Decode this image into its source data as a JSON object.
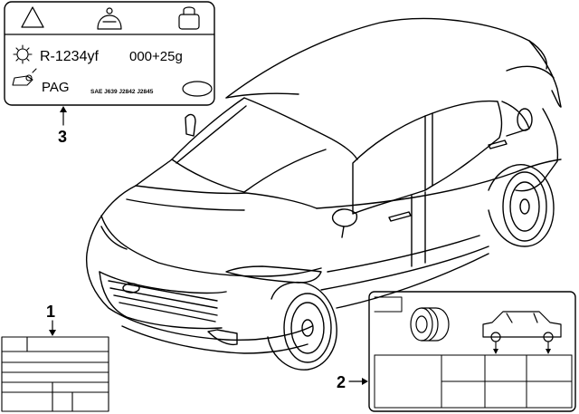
{
  "callouts": [
    {
      "number": "1"
    },
    {
      "number": "2"
    },
    {
      "number": "3"
    }
  ],
  "refrigerant_label": {
    "refrigerant": "R-1234yf",
    "amount": "000+25g",
    "oil": "PAG",
    "standards": "SAE J639 J2842 J2845",
    "icons": [
      "warning-triangle-icon",
      "flame-icon",
      "lock-icon",
      "service-gear-icon",
      "oil-can-icon",
      "oval-seal-icon"
    ]
  },
  "tire_label": {
    "icons": [
      "tire-icon",
      "vehicle-side-icon",
      "tire-pressure-front-icon",
      "tire-pressure-rear-icon"
    ]
  },
  "colors": {
    "line": "#000000",
    "background": "#ffffff"
  }
}
